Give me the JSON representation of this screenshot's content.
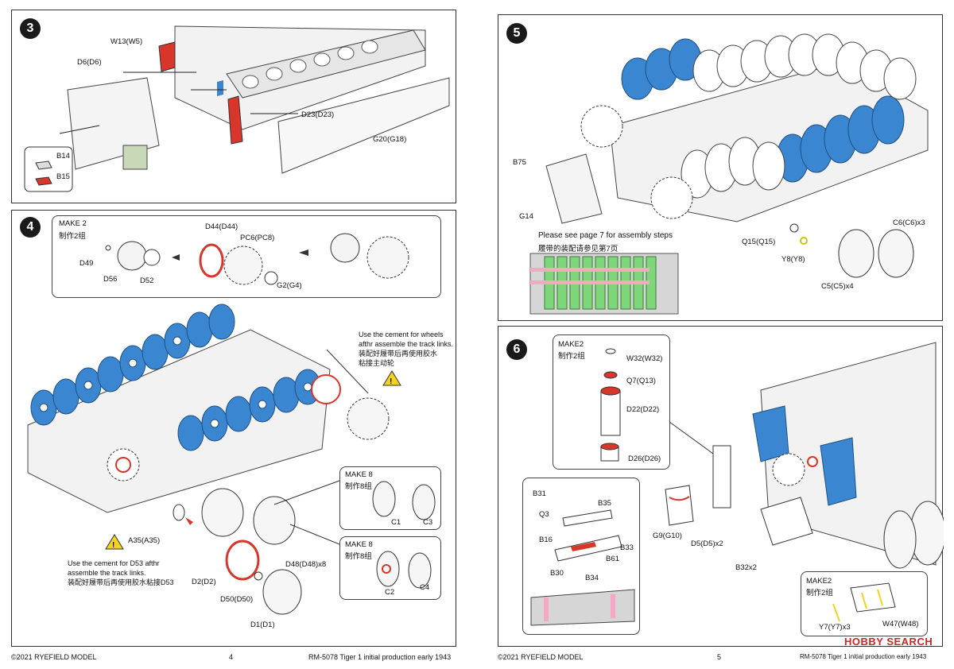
{
  "colors": {
    "accent_blue": "#3b86d1",
    "accent_red": "#d8362b",
    "accent_green": "#7ed67a",
    "accent_pink": "#f3a9c4",
    "accent_yellow": "#f2d41f"
  },
  "step3": {
    "number": "3",
    "labels": {
      "w13": "W13(W5)",
      "d6": "D6(D6)",
      "d23": "D23(D23)",
      "g20": "G20(G18)",
      "b14": "B14",
      "b15": "B15"
    }
  },
  "step4": {
    "number": "4",
    "make2": {
      "title": "MAKE 2",
      "title_cn": "制作2组",
      "labels": {
        "d49": "D49",
        "d56": "D56",
        "d52": "D52",
        "d44": "D44(D44)",
        "pc6": "PC6(PC8)",
        "g2": "G2(G4)"
      }
    },
    "note_wheels": [
      "Use the cement for wheels",
      "afthr assemble the track links.",
      "装配好履带后再使用胶水",
      "粘接主动轮"
    ],
    "make8a": {
      "title": "MAKE 8",
      "title_cn": "制作8组",
      "c1": "C1",
      "c3": "C3"
    },
    "make8b": {
      "title": "MAKE 8",
      "title_cn": "制作8组",
      "c2": "C2",
      "c4": "C4"
    },
    "labels": {
      "a35": "A35(A35)",
      "d48": "D48(D48)x8",
      "d2": "D2(D2)",
      "d50": "D50(D50)",
      "d1": "D1(D1)"
    },
    "note_d53": [
      "Use the cement for D53 afthr",
      "assemble the track links.",
      "装配好履带后再使用胶水粘接D53"
    ]
  },
  "step5": {
    "number": "5",
    "labels": {
      "b75": "B75",
      "g14": "G14",
      "q15": "Q15(Q15)",
      "y8": "Y8(Y8)",
      "c6": "C6(C6)x3",
      "c5": "C5(C5)x4"
    },
    "see_page": "Please see page 7 for assembly steps",
    "see_page_cn": "履带的装配请参见第7页"
  },
  "step6": {
    "number": "6",
    "make2a": {
      "title": "MAKE2",
      "title_cn": "制作2组",
      "labels": {
        "w32": "W32(W32)",
        "q7": "Q7(Q13)",
        "d22": "D22(D22)",
        "d26": "D26(D26)"
      }
    },
    "detail": {
      "b31": "B31",
      "q3": "Q3",
      "b35": "B35",
      "b16": "B16",
      "b33": "B33",
      "b61": "B61",
      "b30": "B30",
      "b34": "B34"
    },
    "labels": {
      "g9": "G9(G10)",
      "d5": "D5(D5)x2",
      "b32": "B32x2"
    },
    "make2b": {
      "title": "MAKE2",
      "title_cn": "制作2组",
      "y7": "Y7(Y7)x3",
      "w47": "W47(W48)"
    }
  },
  "footer_left": {
    "copyright": "©2021 RYEFIELD MODEL",
    "page": "4",
    "title": "RM-5078  Tiger 1 initial production early 1943"
  },
  "footer_right": {
    "copyright": "©2021 RYEFIELD MODEL",
    "page": "5",
    "title": "RM-5078  Tiger 1 initial production early 1943"
  },
  "watermark": "HOBBY SEARCH"
}
